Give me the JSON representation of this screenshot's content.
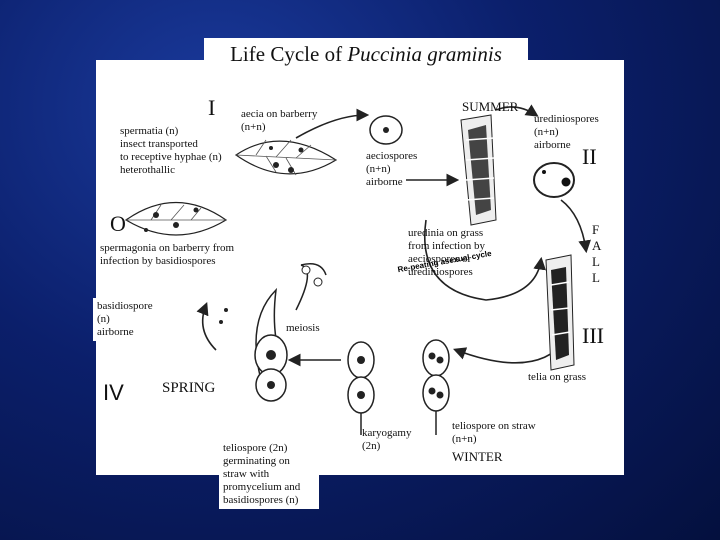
{
  "title": {
    "prefix": "Life Cycle of ",
    "species": "Puccinia graminis"
  },
  "stage_numerals": {
    "one": "I",
    "two": "II",
    "three": "III",
    "four": "IV",
    "zero": "O"
  },
  "season_labels": {
    "summer": "SUMMER",
    "fall": "F\nA\nL\nL",
    "spring": "SPRING",
    "winter": "WINTER"
  },
  "labels": {
    "aecia": "aecia on barberry\n(n+n)",
    "spermatia": "spermatia (n)\ninsect transported\nto receptive hyphae (n)\nheterothallic",
    "aeciospores": "aeciospores\n(n+n)\nairborne",
    "urediniospores": "urediniospores\n(n+n)\nairborne",
    "uredinia": "uredinia on grass\nfrom infection by\naeciospores or\nurediniospores",
    "repeating_cycle": "Re-peating asexual cycle",
    "spermagonia": "spermagonia on barberry from\ninfection by basidiospores",
    "basidiospore": "basidiospore\n(n)\nairborne",
    "meiosis": "meiosis",
    "telia": "telia on grass",
    "teliospore_germinating": "teliospore (2n)\ngerminating on\nstraw with\npromycelium and\nbasidiospores (n)",
    "karyogamy": "karyogamy\n(2n)",
    "teliospore_straw": "teliospore on straw\n(n+n)"
  },
  "colors": {
    "background": "#0b1f6b",
    "panel": "#ffffff",
    "ink": "#111111"
  }
}
